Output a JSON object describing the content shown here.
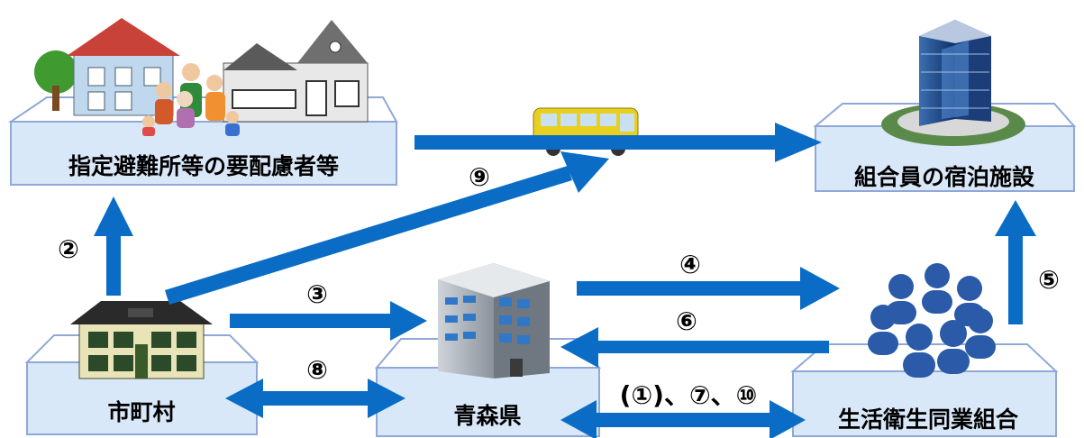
{
  "nodes": {
    "evacuees": "指定避難所等の要配慮者等",
    "lodging": "組合員の宿泊施設",
    "municipality": "市町村",
    "prefecture": "青森県",
    "union": "生活衛生同業組合"
  },
  "steps": {
    "s2": "②",
    "s3": "③",
    "s4": "④",
    "s5": "⑤",
    "s6": "⑥",
    "s8": "⑧",
    "s9": "⑨",
    "s1710": "(①)、⑦、⑩"
  },
  "colors": {
    "arrow": "#0a6cc4",
    "platform_fill": "#d9e8f8",
    "platform_stroke": "#8fa8d8"
  }
}
